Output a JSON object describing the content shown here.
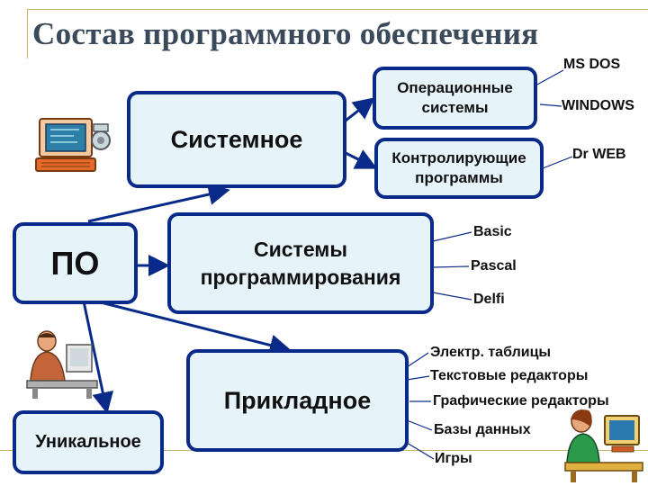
{
  "title": "Состав программного обеспечения",
  "nodes": {
    "po": "ПО",
    "systemnoe": "Системное",
    "os": "Операционные системы",
    "control": "Контролирующие программы",
    "sys_prog": "Системы программирования",
    "prikladnoe": "Прикладное",
    "unikalnoe": "Уникальное"
  },
  "leaves": {
    "ms_dos": "MS DOS",
    "windows": "WINDOWS",
    "dr_web": "Dr WEB",
    "basic": "Basic",
    "pascal": "Pascal",
    "delfi": "Delfi",
    "spreadsheets": "Электр. таблицы",
    "text_editors": "Текстовые редакторы",
    "graphic_editors": "Графические редакторы",
    "databases": "Базы данных",
    "games": "Игры"
  },
  "colors": {
    "box_border": "#0a2a8a",
    "box_fill": "#e6f4fa",
    "arrow": "#0a2a8a",
    "title": "#3a4a5a",
    "accent_line": "#c9b56a"
  },
  "clipart": [
    "computer-clipart",
    "person-at-desk-clipart",
    "woman-at-computer-clipart"
  ]
}
